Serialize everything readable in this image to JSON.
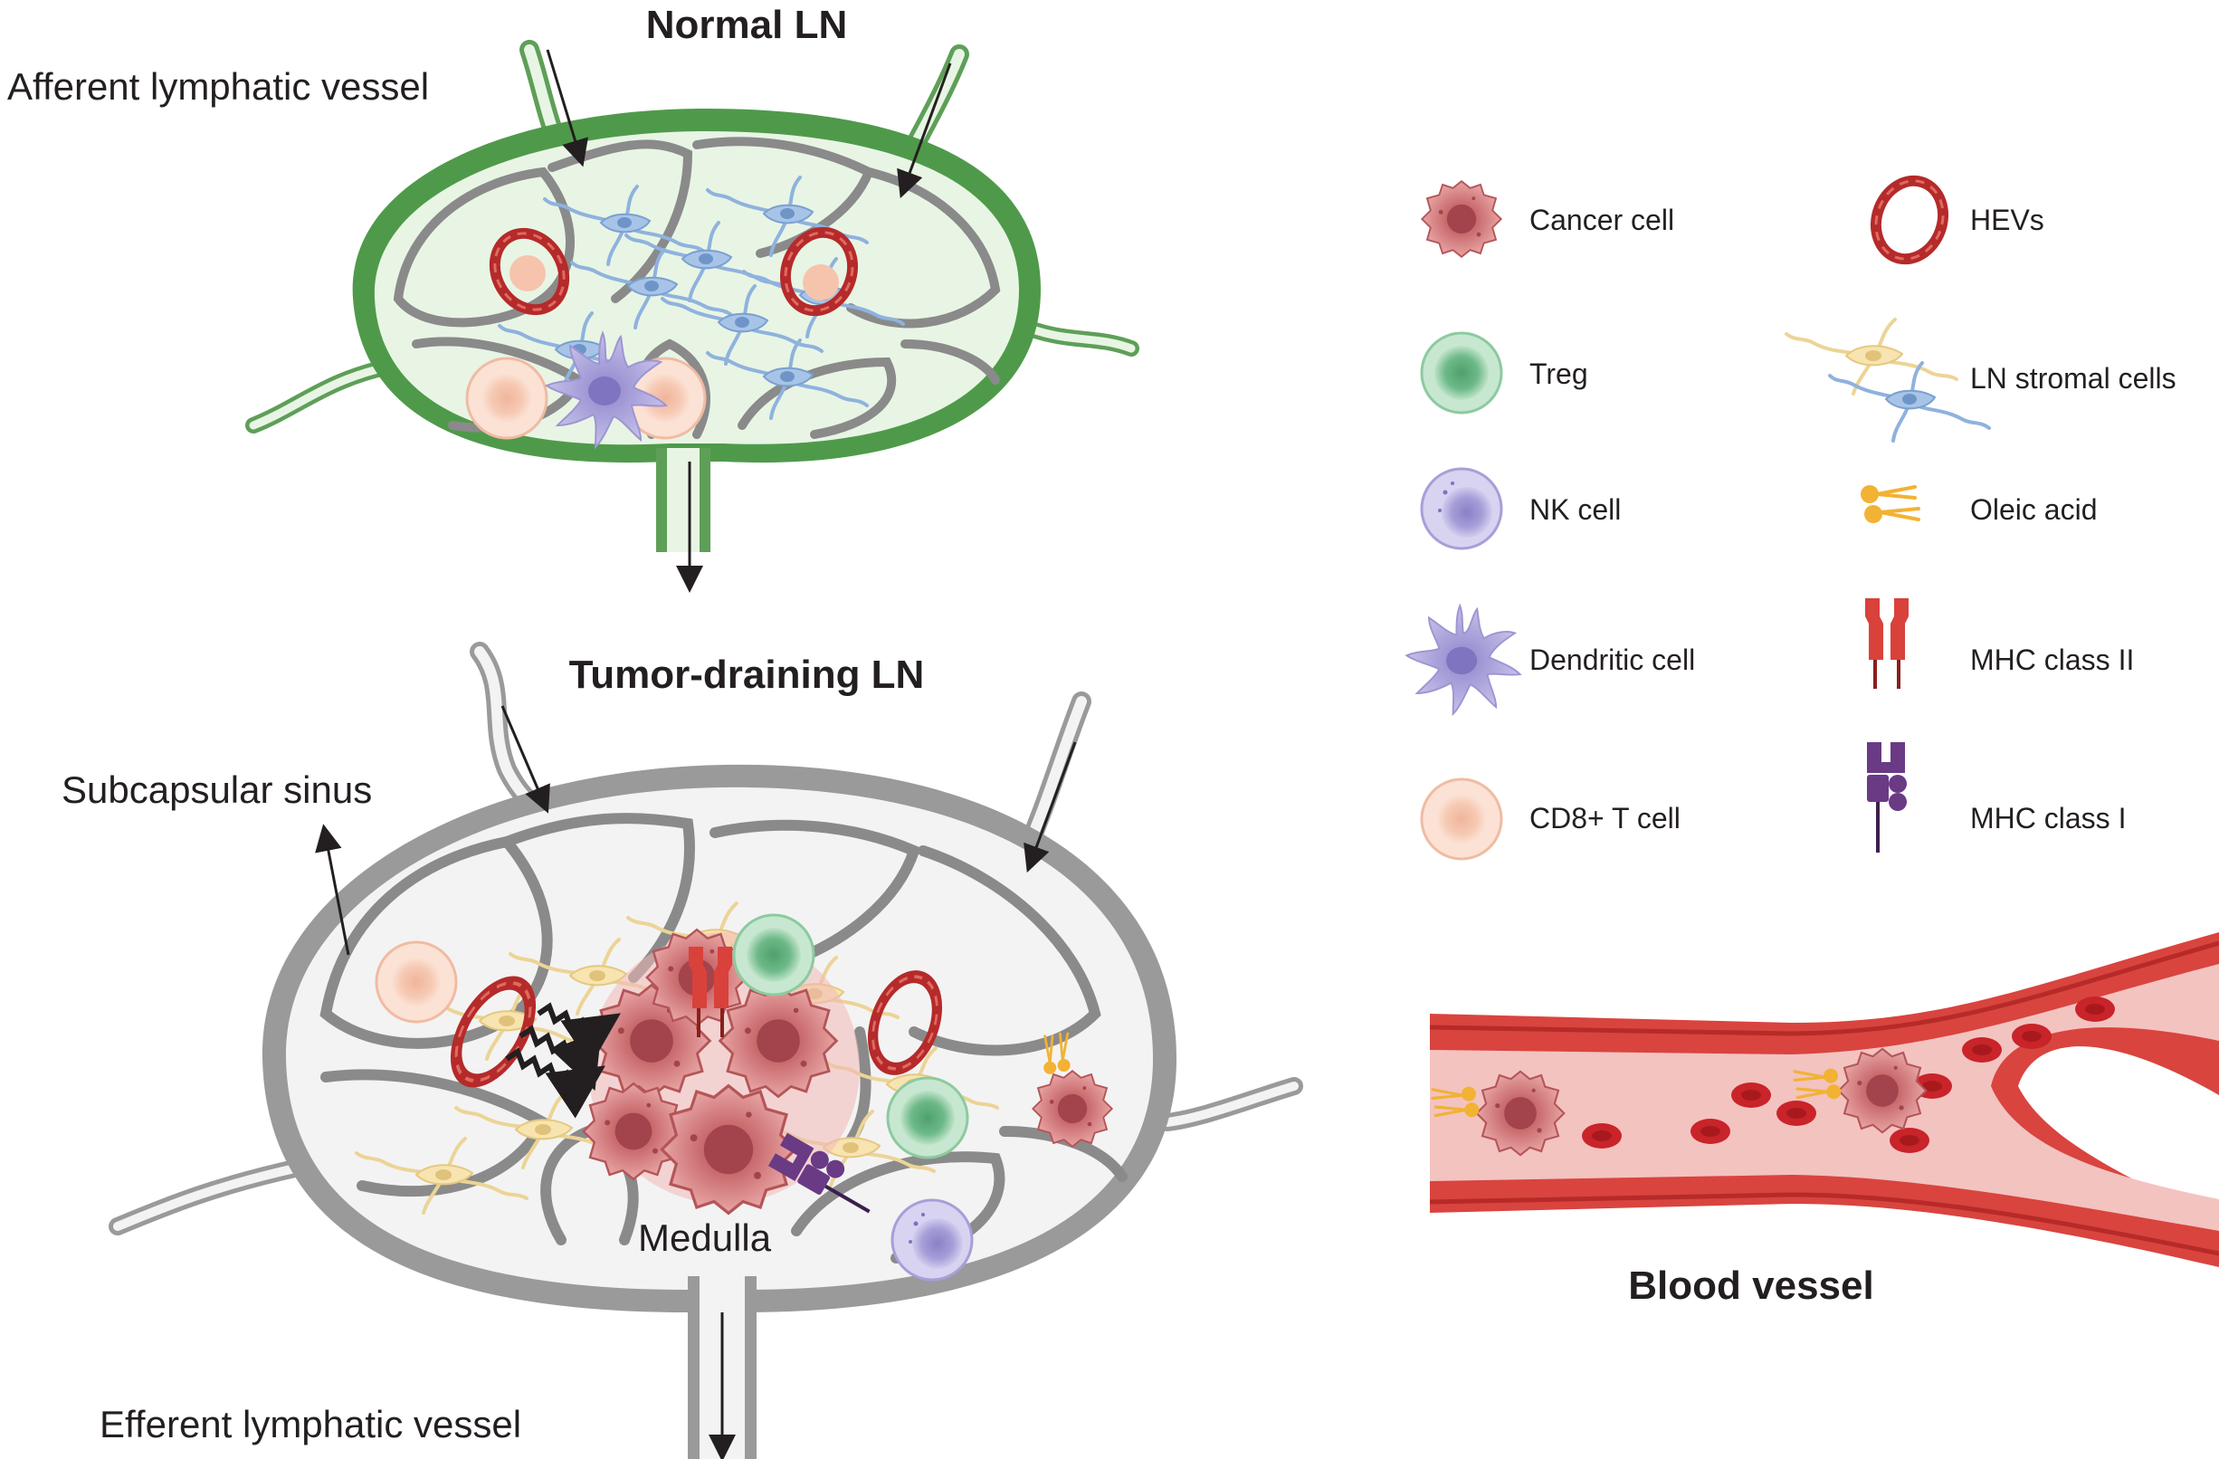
{
  "titles": {
    "normal_ln": "Normal LN",
    "tumor_ln": "Tumor-draining LN",
    "blood_vessel": "Blood vessel"
  },
  "callouts": {
    "afferent": "Afferent lymphatic vessel",
    "subcapsular": "Subcapsular sinus",
    "medulla": "Medulla",
    "efferent": "Efferent lymphatic vessel"
  },
  "legend": [
    {
      "key": "cancer-cell",
      "label": "Cancer cell"
    },
    {
      "key": "treg",
      "label": "Treg"
    },
    {
      "key": "nk-cell",
      "label": "NK cell"
    },
    {
      "key": "dendritic-cell",
      "label": "Dendritic cell"
    },
    {
      "key": "cd8-t-cell",
      "label": "CD8+ T cell"
    },
    {
      "key": "hevs",
      "label": "HEVs"
    },
    {
      "key": "ln-stromal-cells",
      "label": "LN stromal cells"
    },
    {
      "key": "oleic-acid",
      "label": "Oleic acid"
    },
    {
      "key": "mhc-class-ii",
      "label": "MHC class II"
    },
    {
      "key": "mhc-class-i",
      "label": "MHC class I"
    }
  ],
  "colors": {
    "normal_capsule": "#4f9a4a",
    "normal_fill": "#e8f5e4",
    "tumor_capsule": "#9a9a9a",
    "tumor_fill": "#f3f3f3",
    "cancer": "#c9696c",
    "treg": "#5fae7c",
    "nk": "#9b93d0",
    "cd8": "#f6c4ad",
    "hev": "#b52a2a",
    "stromal_blue": "#8fb2de",
    "stromal_yellow": "#f2dca0",
    "oleic": "#f2b233",
    "mhc2": "#d9413b",
    "mhc1": "#6a3a85",
    "blood": "#d9443f"
  }
}
